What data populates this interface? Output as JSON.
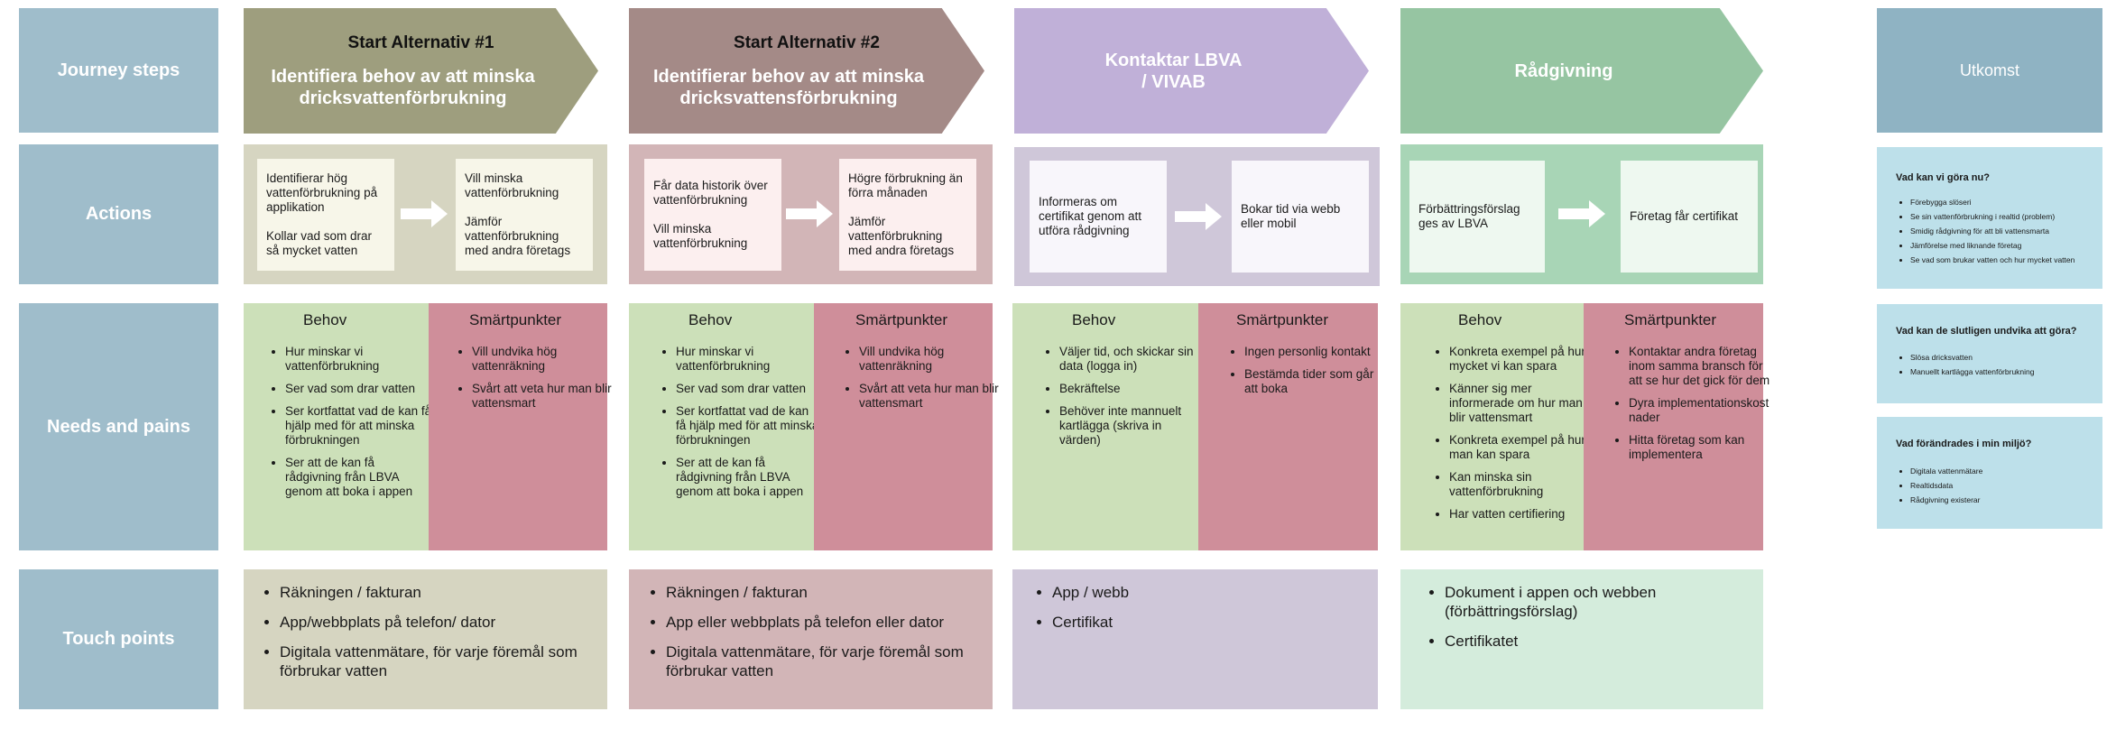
{
  "row_labels": {
    "journey": "Journey steps",
    "actions": "Actions",
    "needs": "Needs and pains",
    "touch": "Touch points"
  },
  "colors": {
    "row_label": "#9fbdcb",
    "col1_head": "#9e9e7e",
    "col2_head": "#a48a87",
    "col3_head": "#c0b0d8",
    "col4_head": "#96c5a2",
    "behov": "#cce0b9",
    "smart": "#cf8e9a"
  },
  "columns": [
    {
      "sub": "Start Alternativ #1",
      "title": "Identifiera behov av att minska\ndricksvattenförbrukning",
      "action_left": "Identifierar hög vattenförbrukning på applikation\n\nKollar vad som drar så mycket vatten",
      "action_right": "Vill minska vattenförbrukning\n\nJämför vattenförbrukning med andra företags",
      "behov_head": "Behov",
      "behov": [
        "Hur minskar vi vattenförbrukning",
        "Ser vad som drar vatten",
        "Ser kortfattat vad de kan få hjälp med för att minska förbrukningen",
        "Ser att de kan få rådgivning från LBVA genom att boka i appen"
      ],
      "smart_head": "Smärtpunkter",
      "smart": [
        "Vill undvika hög vattenräkning",
        "Svårt att veta hur man blir vattensmart"
      ],
      "touch": [
        "Räkningen / fakturan",
        "App/webbplats på telefon/ dator",
        "Digitala vattenmätare, för varje föremål som förbrukar vatten"
      ]
    },
    {
      "sub": "Start Alternativ #2",
      "title": "Identifierar behov av att minska\ndricksvattensförbrukning",
      "action_left": "Får data historik över vattenförbrukning\n\nVill minska vattenförbrukning",
      "action_right": "Högre förbrukning än förra månaden\n\nJämför vattenförbrukning med andra företags",
      "behov_head": "Behov",
      "behov": [
        "Hur minskar vi vattenförbrukning",
        "Ser vad som drar vatten",
        "Ser kortfattat vad de kan få hjälp med för att minska förbrukningen",
        "Ser att de kan få rådgivning från LBVA genom att boka i appen"
      ],
      "smart_head": "Smärtpunkter",
      "smart": [
        "Vill undvika hög vattenräkning",
        "Svårt att veta hur man blir vattensmart"
      ],
      "touch": [
        "Räkningen / fakturan",
        "App eller webbplats på telefon eller dator",
        "Digitala vattenmätare, för varje föremål som förbrukar vatten"
      ]
    },
    {
      "sub": "",
      "title": "Kontaktar LBVA\n/ VIVAB",
      "action_left": "Informeras om certifikat genom att utföra rådgivning",
      "action_right": "Bokar tid via webb eller mobil",
      "behov_head": "Behov",
      "behov": [
        "Väljer tid, och skickar sin data (logga in)",
        "Bekräftelse",
        "Behöver inte mannuelt kartlägga (skriva in värden)"
      ],
      "smart_head": "Smärtpunkter",
      "smart": [
        "Ingen personlig kontakt",
        "Bestämda tider som går att boka"
      ],
      "touch": [
        "App / webb",
        "Certifikat"
      ]
    },
    {
      "sub": "",
      "title": "Rådgivning",
      "action_left": "Förbättringsförslag ges av LBVA",
      "action_right": "Företag får certifikat",
      "behov_head": "Behov",
      "behov": [
        "Konkreta exempel på hur mycket vi kan spara",
        "Känner sig mer informerade om hur man blir vattensmart",
        "Konkreta exempel på hur man kan spara",
        "Kan minska sin vattenförbrukning",
        "Har vatten certifiering"
      ],
      "smart_head": "Smärtpunkter",
      "smart": [
        "Kontaktar andra företag inom samma bransch för att se hur det gick för dem",
        "Dyra implementationskost nader",
        "Hitta företag som kan implementera"
      ],
      "touch": [
        "Dokument i appen och webben (förbättringsförslag)",
        "Certifikatet"
      ]
    }
  ],
  "outcome": {
    "title": "Utkomst",
    "boxes": [
      {
        "title": "Vad kan vi göra nu?",
        "items": [
          "Förebygga slöseri",
          "Se sin vattenförbrukning i realtid (problem)",
          "Smidig rådgivning för att bli vattensmarta",
          "Jämförelse med liknande företag",
          "Se vad som brukar vatten och hur mycket vatten"
        ]
      },
      {
        "title": "Vad kan de slutligen undvika att göra?",
        "items": [
          "Slösa dricksvatten",
          "Manuellt kartlägga vattenförbrukning"
        ]
      },
      {
        "title": "Vad förändrades i min miljö?",
        "items": [
          "Digitala vattenmätare",
          "Realtidsdata",
          "Rådgivning existerar"
        ]
      }
    ]
  }
}
